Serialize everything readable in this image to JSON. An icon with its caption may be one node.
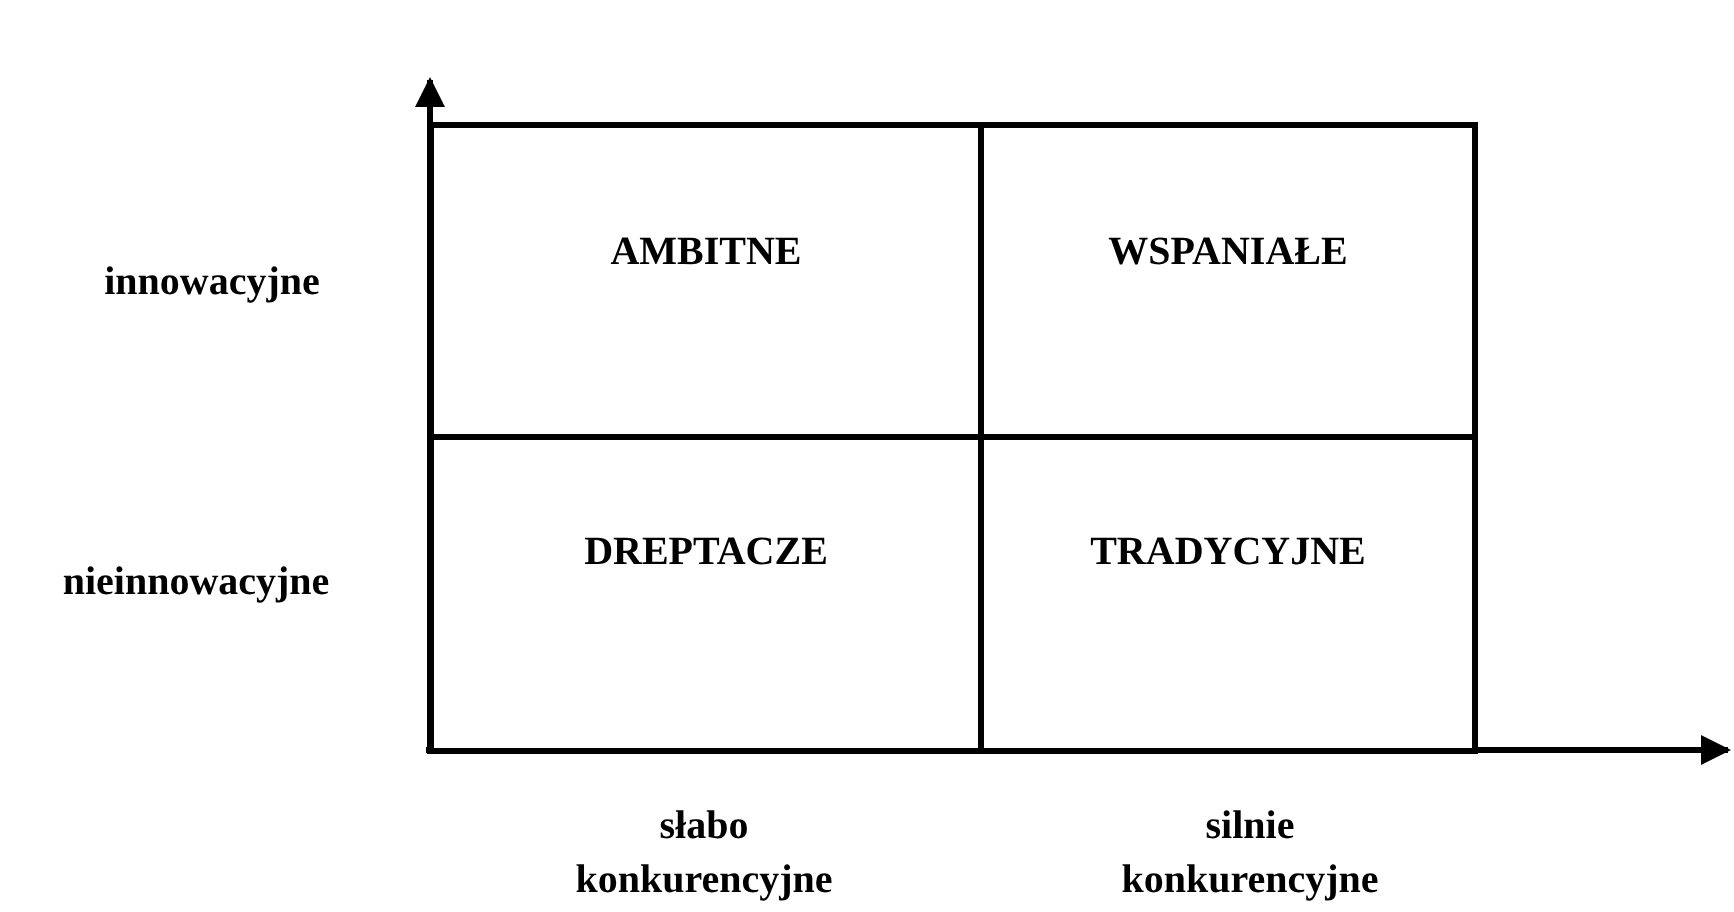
{
  "diagram": {
    "nodes": [
      {
        "text": [
          "AMBITNE"
        ]
      },
      {
        "text": [
          "WSPANIAŁE"
        ]
      },
      {
        "text": [
          "DREPTACZE"
        ]
      },
      {
        "text": [
          "TRADYCYJNE"
        ]
      }
    ],
    "labels": [
      "innowacyjne",
      "nieinnowacyjne",
      "słabo konkurencyjne",
      "silnie konkurencyjne"
    ]
  }
}
